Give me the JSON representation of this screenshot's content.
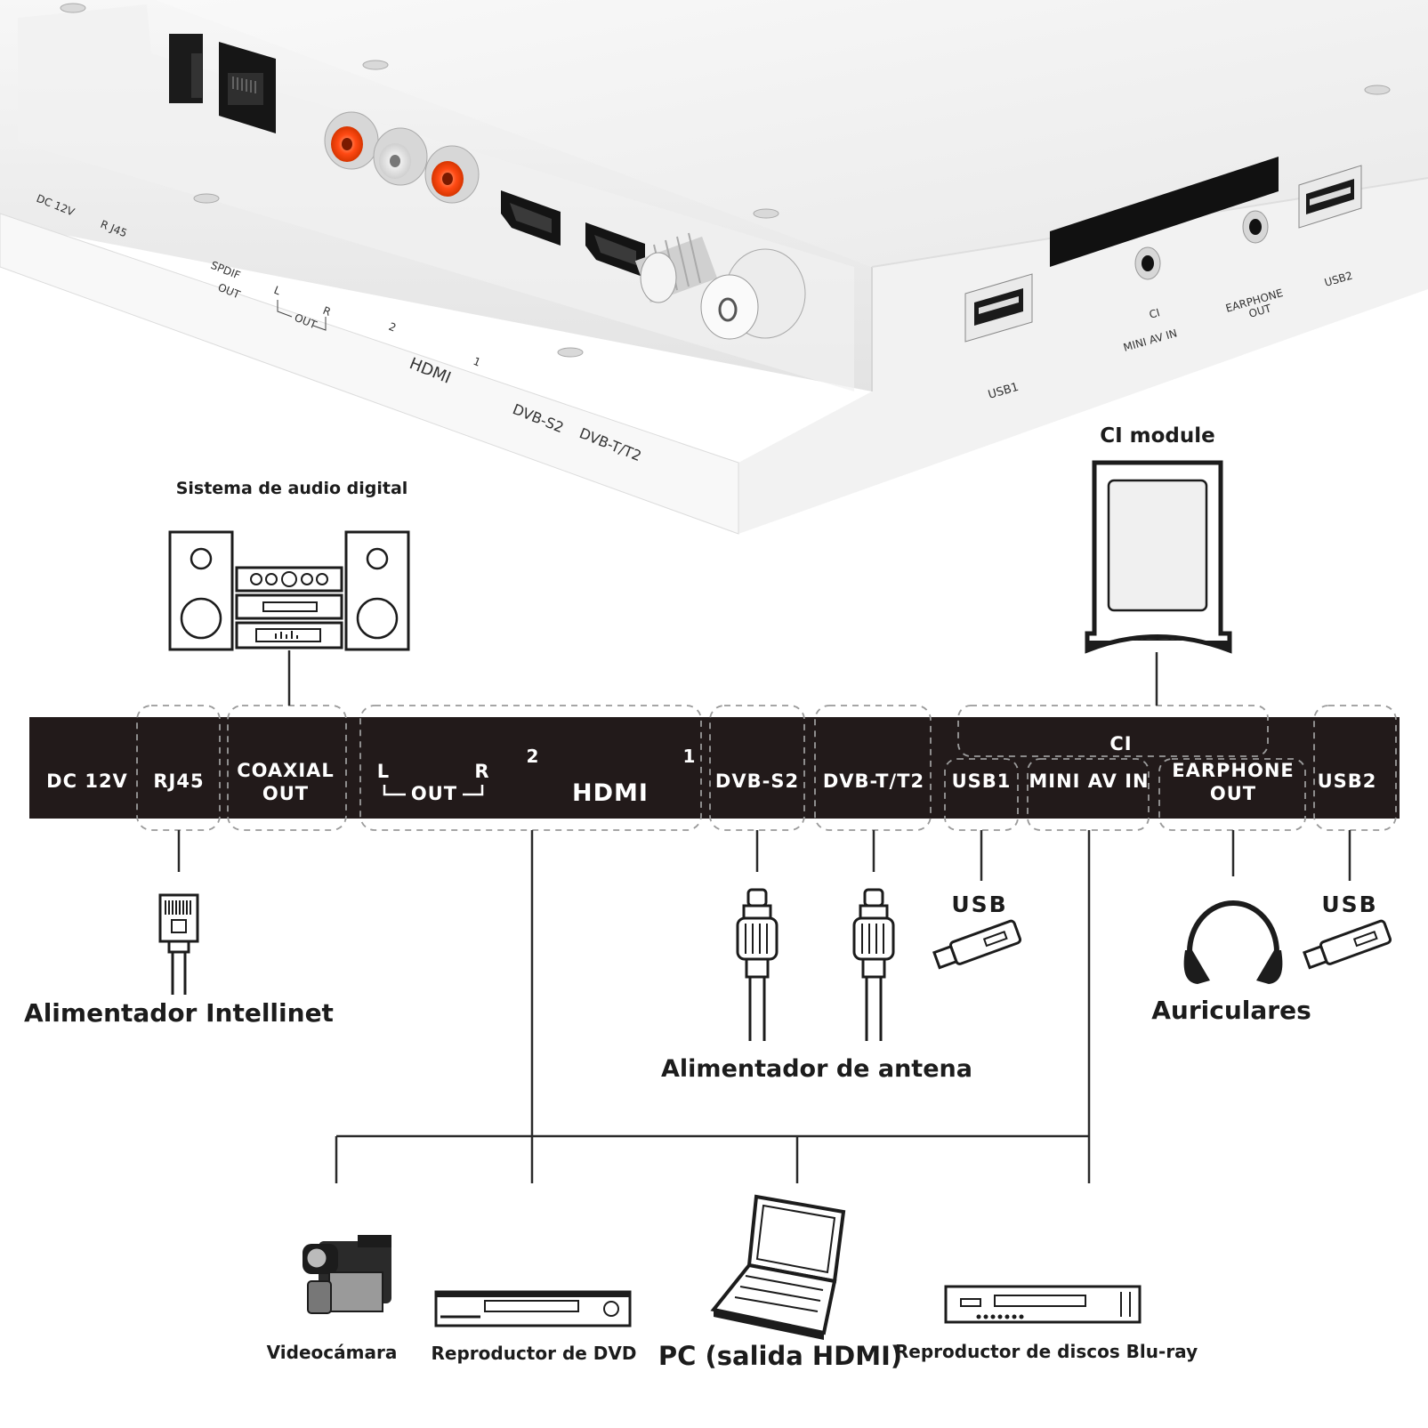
{
  "device": {
    "back_labels": {
      "dc12v": "DC 12V",
      "rj45": "R J45",
      "spdif": "SPDIF",
      "spdif_out": "OUT",
      "out_l": "L",
      "out_r": "R",
      "out": "OUT",
      "hdmi_2": "2",
      "hdmi": "HDMI",
      "hdmi_1": "1",
      "dvbs2": "DVB-S2",
      "dvbt2": "DVB-T/T2"
    },
    "side_labels": {
      "usb1": "USB1",
      "ci": "CI",
      "mini_av": "MINI AV IN",
      "earphone": "EARPHONE",
      "earphone_out": "OUT",
      "usb2": "USB2"
    }
  },
  "titles": {
    "audio_system": "Sistema de audio digital",
    "ci_module": "CI module"
  },
  "bar": {
    "dc12v": "DC 12V",
    "rj45": "RJ45",
    "coaxial": "COAXIAL",
    "coaxial_out": "OUT",
    "l": "L",
    "r": "R",
    "out": "OUT",
    "hdmi_2": "2",
    "hdmi_1": "1",
    "hdmi_logo": "HDMI",
    "dvbs2": "DVB-S2",
    "dvbt2": "DVB-T/T2",
    "ci": "CI",
    "usb1": "USB1",
    "mini_av": "MINI AV IN",
    "earphone": "EARPHONE",
    "earphone_out": "OUT",
    "usb2": "USB2"
  },
  "devices": {
    "rj45_device": "Alimentador Intellinet",
    "antenna": "Alimentador de antena",
    "usb_a": "USB",
    "usb_b": "USB",
    "headphones": "Auriculares",
    "camcorder": "Videocámara",
    "dvd": "Reproductor de DVD",
    "pc": "PC (salida HDMI)",
    "bluray": "Reproductor de discos Blu-ray"
  },
  "colors": {
    "bar": "#221a1a",
    "rca_red": "#ff4a14",
    "device_body": "#f3f3f3"
  }
}
